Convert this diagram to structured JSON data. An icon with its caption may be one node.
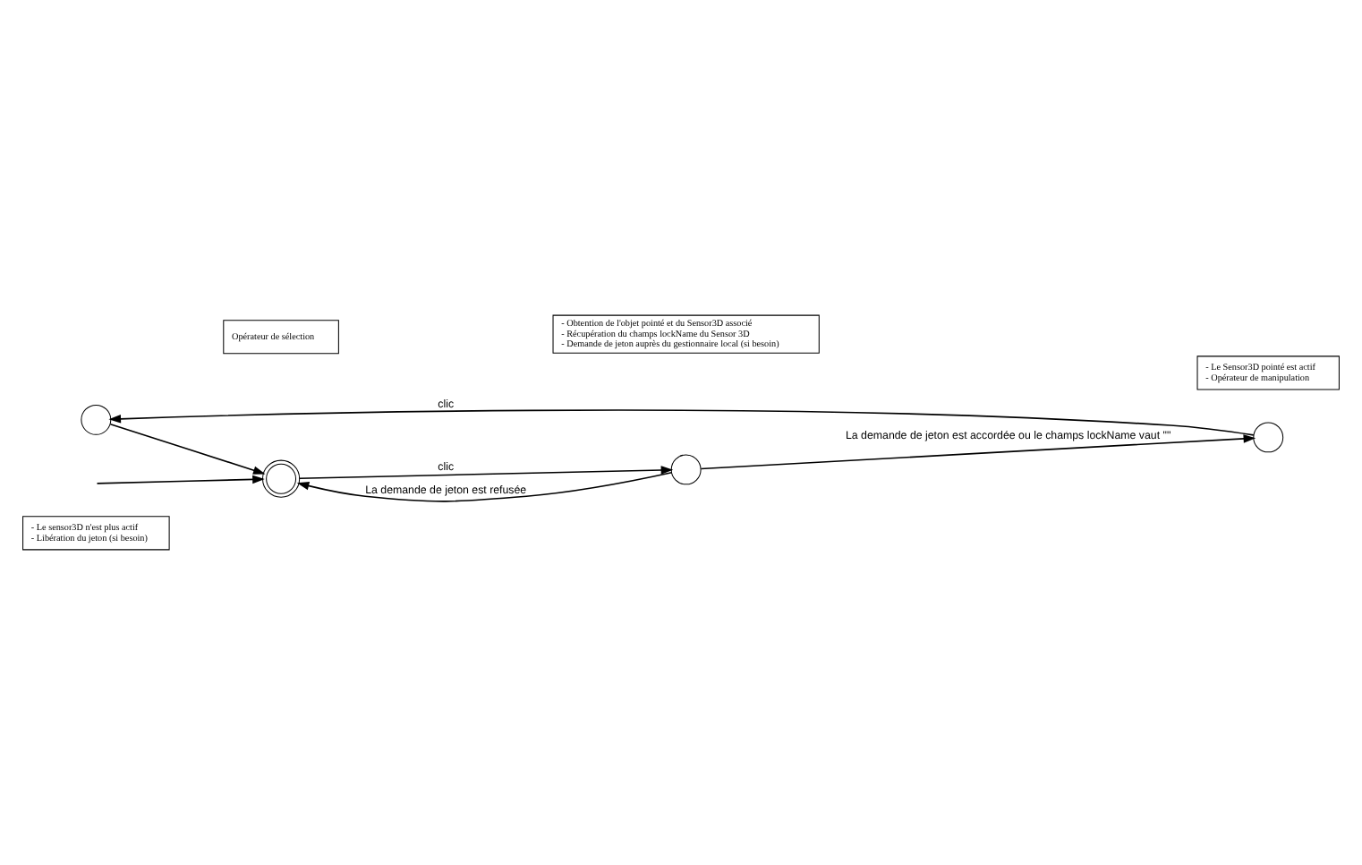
{
  "diagram": {
    "nodes": [
      {
        "text": [
          "- Le sensor3D n'est plus actif",
          "- Libération du jeton (si besoin)"
        ]
      },
      {
        "text": [],
        "shape": "circle"
      },
      {
        "text": [],
        "shape": "circle"
      },
      {
        "text": [
          "- Le Sensor3D pointé est actif",
          "- Opérateur de manipulation"
        ]
      },
      {
        "text": [],
        "shape": "circle"
      },
      {
        "text": [
          "Opérateur de sélection"
        ]
      },
      {
        "text": [],
        "shape": "circle"
      },
      {
        "text": [
          "- Obtention de l'objet pointé et du Sensor3D associé",
          "- Récupération du champs lockName du Sensor 3D",
          "- Demande de jeton auprès du gestionnaire local (si besoin)"
        ]
      }
    ],
    "edges": [
      {
        "from": null,
        "to": 4,
        "arrow": "to"
      },
      {
        "from": 4,
        "to": 6,
        "arrow": "to",
        "label": "clic"
      },
      {
        "from": 6,
        "to": 4,
        "arrow": "to",
        "label": "La demande de jeton est refusée"
      },
      {
        "from": 6,
        "to": 2,
        "arrow": "to",
        "label": "La demande de jeton est accordée ou le champs lockName vaut \"\""
      },
      {
        "from": 2,
        "to": 1,
        "arrow": "to",
        "label": "clic"
      },
      {
        "from": 1,
        "to": 4,
        "arrow": "to"
      }
    ]
  }
}
